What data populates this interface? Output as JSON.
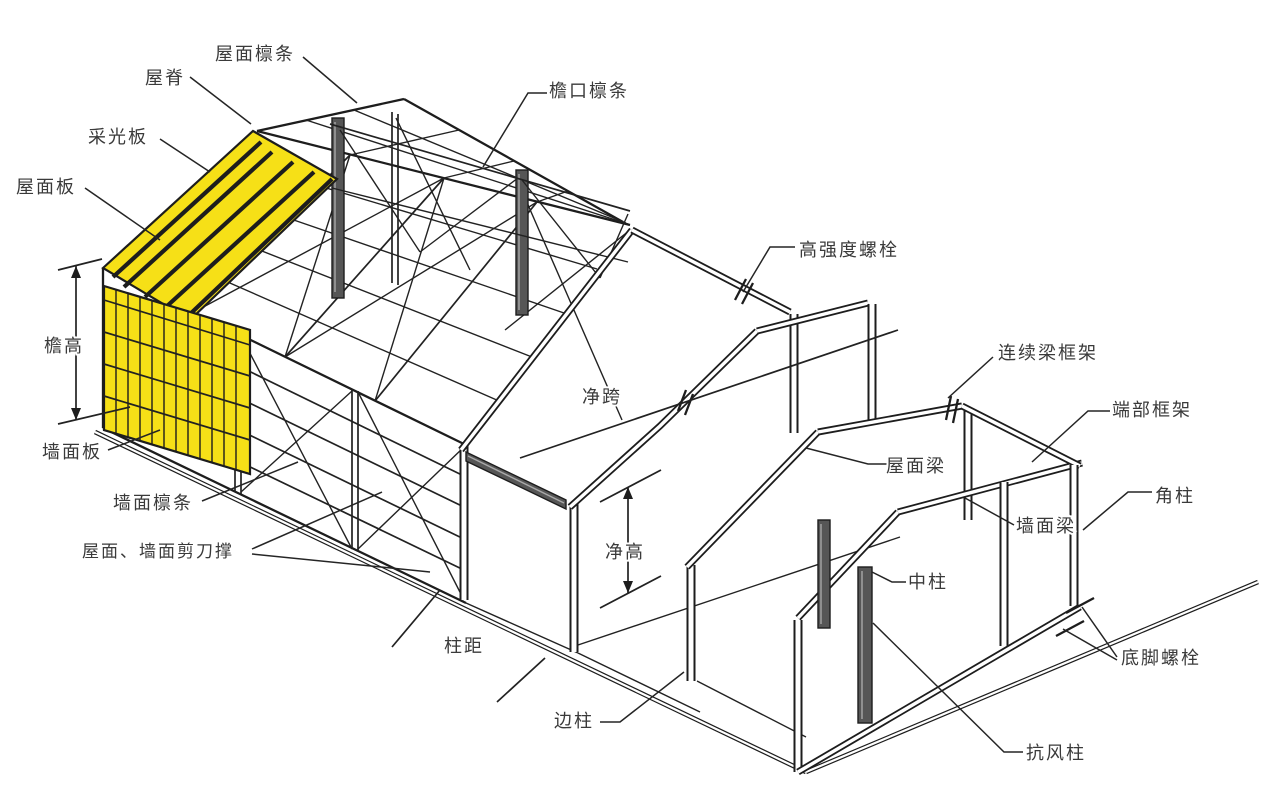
{
  "diagram": {
    "description": "Isometric line illustration of a steel portal-frame building with yellow roof and wall cladding panels on the left gable end, exposed purlin/girt framing, and three exploded portal frames with an end frame on the right.",
    "colors": {
      "background": "#ffffff",
      "line": "#1d1d1d",
      "panel_yellow": "#f6e017",
      "dark_member": "#565656"
    },
    "labels": {
      "roof_purlin": {
        "text": "屋面檩条"
      },
      "ridge": {
        "text": "屋脊"
      },
      "skylight_panel": {
        "text": "采光板"
      },
      "roof_panel": {
        "text": "屋面板"
      },
      "eave_height": {
        "text": "檐高"
      },
      "wall_panel": {
        "text": "墙面板"
      },
      "wall_purlin": {
        "text": "墙面檩条"
      },
      "shear_bracing": {
        "text": "屋面、墙面剪刀撑"
      },
      "eave_purlin": {
        "text": "檐口檩条"
      },
      "high_strength_bolt": {
        "text": "高强度螺栓"
      },
      "clear_span": {
        "text": "净跨"
      },
      "clear_height": {
        "text": "净高"
      },
      "continuous_beam_frame": {
        "text": "连续梁框架"
      },
      "end_frame": {
        "text": "端部框架"
      },
      "corner_column": {
        "text": "角柱"
      },
      "roof_beam": {
        "text": "屋面梁"
      },
      "wall_beam": {
        "text": "墙面梁"
      },
      "center_column": {
        "text": "中柱"
      },
      "column_spacing": {
        "text": "柱距"
      },
      "edge_column": {
        "text": "边柱"
      },
      "anchor_bolt": {
        "text": "底脚螺栓"
      },
      "wind_column": {
        "text": "抗风柱"
      }
    }
  }
}
